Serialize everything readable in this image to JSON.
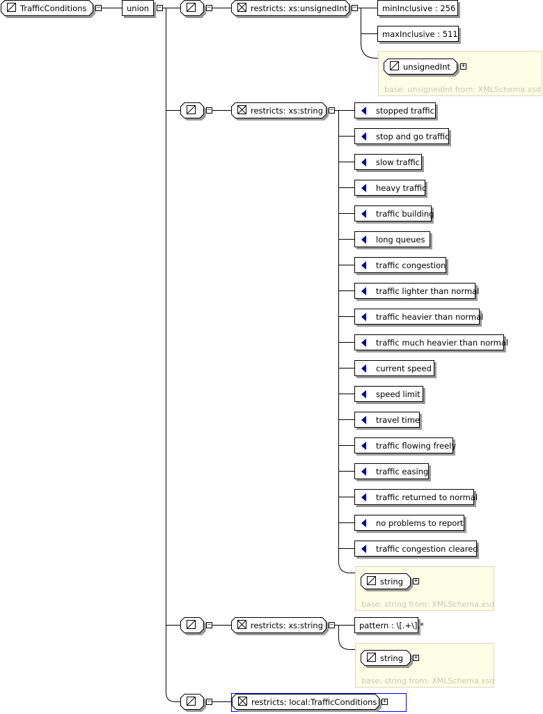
{
  "root": {
    "label": "TrafficConditions"
  },
  "union": {
    "label": "union"
  },
  "member1": {
    "restriction": "restricts: xs:unsignedInt",
    "facets": [
      "minInclusive : 256",
      "maxInclusive : 511"
    ],
    "base_type": "unsignedInt",
    "base_note": "base: unsignedInt from: XMLSchema.xsd"
  },
  "member2": {
    "restriction": "restricts: xs:string",
    "enumerations": [
      "stopped traffic",
      "stop and go traffic",
      "slow traffic",
      "heavy traffic",
      "traffic building",
      "long queues",
      "traffic congestion",
      "traffic lighter than normal",
      "traffic heavier than normal",
      "traffic much heavier than normal",
      "current speed",
      "speed limit",
      "travel time",
      "traffic flowing freely",
      "traffic easing",
      "traffic returned to normal",
      "no problems to report",
      "traffic congestion cleared"
    ],
    "base_type": "string",
    "base_note": "base: string from: XMLSchema.xsd"
  },
  "member3": {
    "restriction": "restricts: xs:string",
    "pattern": "pattern : \\[.+\\].*",
    "base_type": "string",
    "base_note": "base: string from: XMLSchema.xsd"
  },
  "member4": {
    "restriction": "restricts: local:TrafficConditions"
  },
  "colors": {
    "enum_triangle": "#0000a8",
    "panel_bg": "#fefde6",
    "selection": "#0000ff"
  }
}
